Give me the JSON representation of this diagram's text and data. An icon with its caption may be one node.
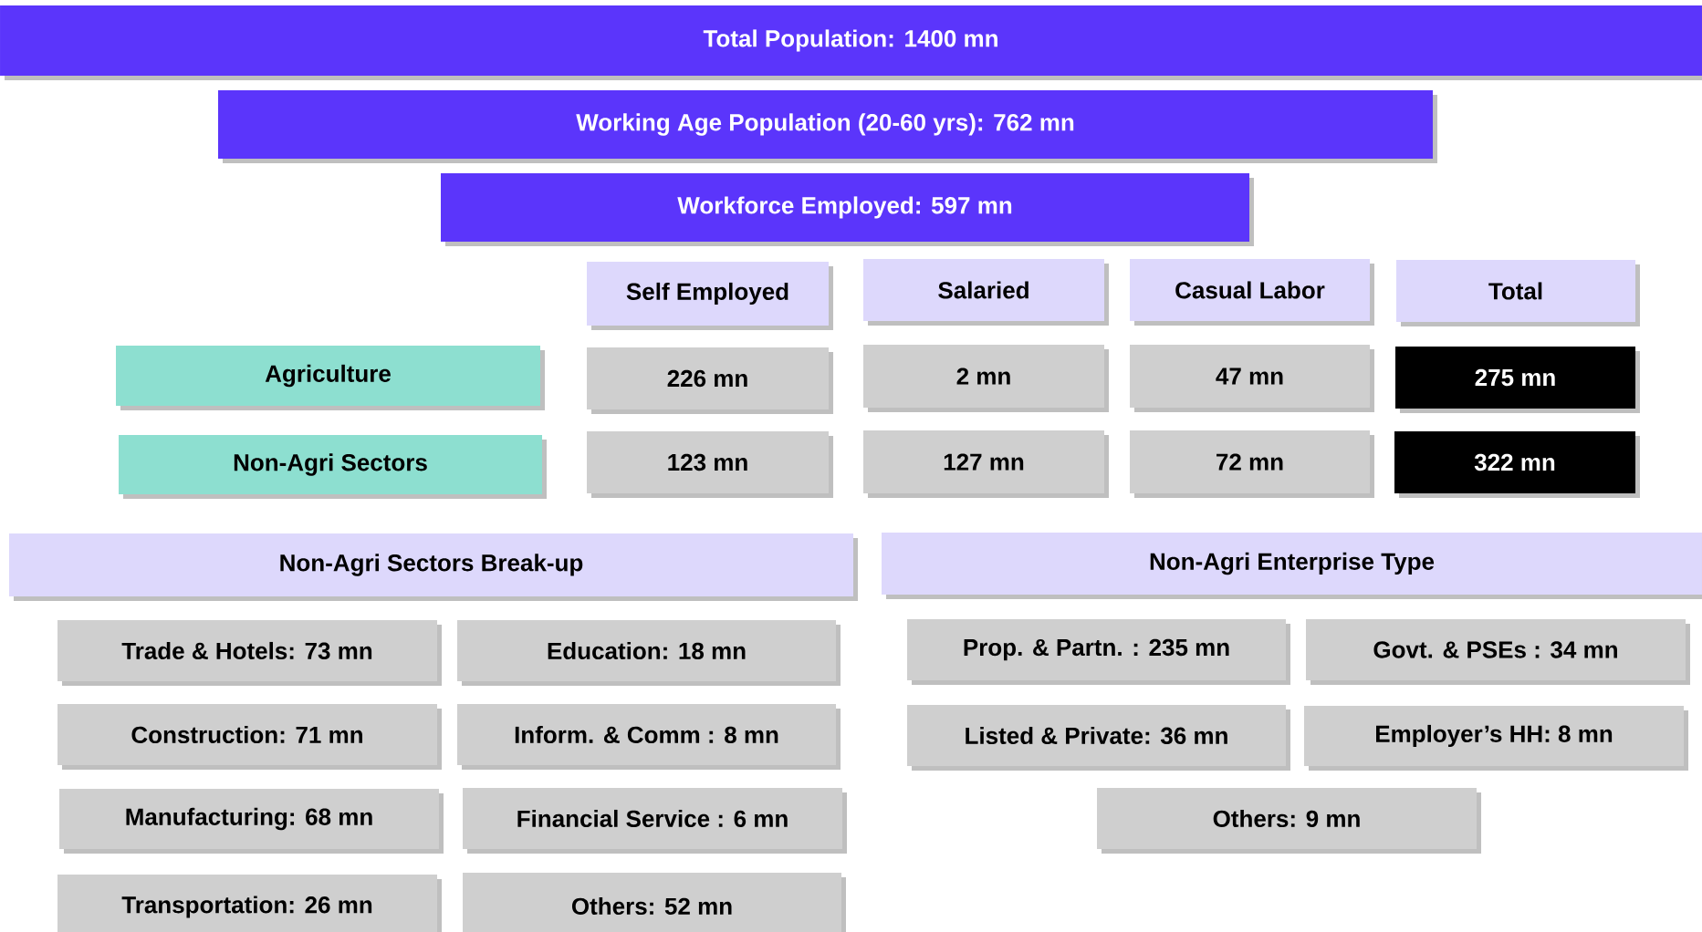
{
  "diagram": {
    "nodes": [
      {
        "text": [
          "Total Population: 1400 mn"
        ]
      },
      {
        "text": [
          "Working Age Population (20-60 yrs): 762 mn"
        ]
      },
      {
        "text": [
          "Workforce Employed: 597 mn"
        ]
      },
      {
        "text": [
          "Self Employed"
        ]
      },
      {
        "text": [
          "Salaried"
        ]
      },
      {
        "text": [
          "Casual Labor"
        ]
      },
      {
        "text": [
          "Total"
        ]
      },
      {
        "text": [
          "Agriculture"
        ]
      },
      {
        "text": [
          "226 mn"
        ]
      },
      {
        "text": [
          "2 mn"
        ]
      },
      {
        "text": [
          "47 mn"
        ]
      },
      {
        "text": [
          "275 mn"
        ]
      },
      {
        "text": [
          "Non-Agri Sectors"
        ]
      },
      {
        "text": [
          "123 mn"
        ]
      },
      {
        "text": [
          "127 mn"
        ]
      },
      {
        "text": [
          "72 mn"
        ]
      },
      {
        "text": [
          "322 mn"
        ]
      },
      {
        "text": [
          "Non-Agri Sectors Break-up"
        ]
      },
      {
        "text": [
          "Non-Agri Enterprise Type"
        ]
      },
      {
        "text": [
          "Trade & Hotels: 73 mn"
        ]
      },
      {
        "text": [
          "Education: 18 mn"
        ]
      },
      {
        "text": [
          "Prop. & Partn. : 235 mn"
        ]
      },
      {
        "text": [
          "Govt. & PSEs : 34 mn"
        ]
      },
      {
        "text": [
          "Construction: 71 mn"
        ]
      },
      {
        "text": [
          "Inform. & Comm : 8 mn"
        ]
      },
      {
        "text": [
          "Listed & Private: 36 mn"
        ]
      },
      {
        "text": [
          "Employer’s HH: 8 mn"
        ]
      },
      {
        "text": [
          "Manufacturing: 68 mn"
        ]
      },
      {
        "text": [
          "Financial Service : 6 mn"
        ]
      },
      {
        "text": [
          "Others: 9 mn"
        ]
      },
      {
        "text": [
          "Transportation: 26 mn"
        ]
      },
      {
        "text": [
          "Others: 52 mn"
        ]
      }
    ]
  }
}
